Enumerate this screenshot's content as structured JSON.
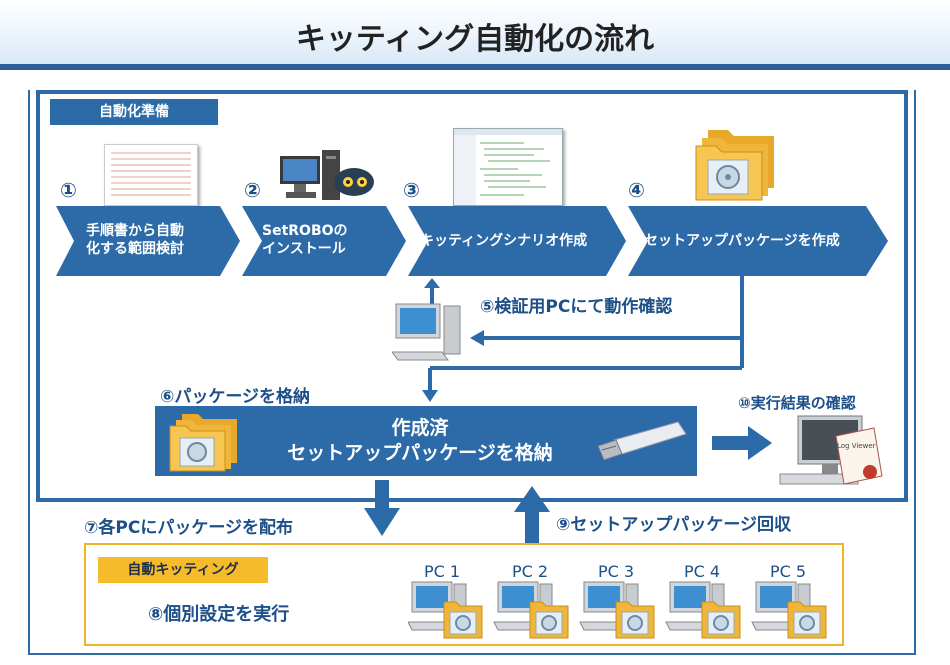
{
  "title": "キッティング自動化の流れ",
  "prep_tag": "自動化準備",
  "kit_tag": "自動キッティング",
  "steps": [
    {
      "num": "①",
      "line1": "手順書から自動",
      "line2": "化する範囲検討"
    },
    {
      "num": "②",
      "line1": "SetROBOの",
      "line2": "インストール"
    },
    {
      "num": "③",
      "line1": "キッティングシナリオ作成",
      "line2": ""
    },
    {
      "num": "④",
      "line1": "セットアップパッケージを作成",
      "line2": ""
    }
  ],
  "captions": {
    "verify": "⑤検証用PCにて動作確認",
    "store": "⑥パッケージを格納",
    "distribute": "⑦各PCにパッケージを配布",
    "execute": "⑧個別設定を実行",
    "collect": "⑨セットアップパッケージ回収",
    "result": "⑩実行結果の確認"
  },
  "store_box": {
    "line1": "作成済",
    "line2": "セットアップパッケージを格納"
  },
  "pcs": [
    "PC 1",
    "PC 2",
    "PC 3",
    "PC 4",
    "PC 5"
  ],
  "log_viewer_label": "Log Viewer",
  "colors": {
    "accent": "#2c6aa8",
    "orange": "#f0b429",
    "dark_text": "#1d4f88"
  }
}
